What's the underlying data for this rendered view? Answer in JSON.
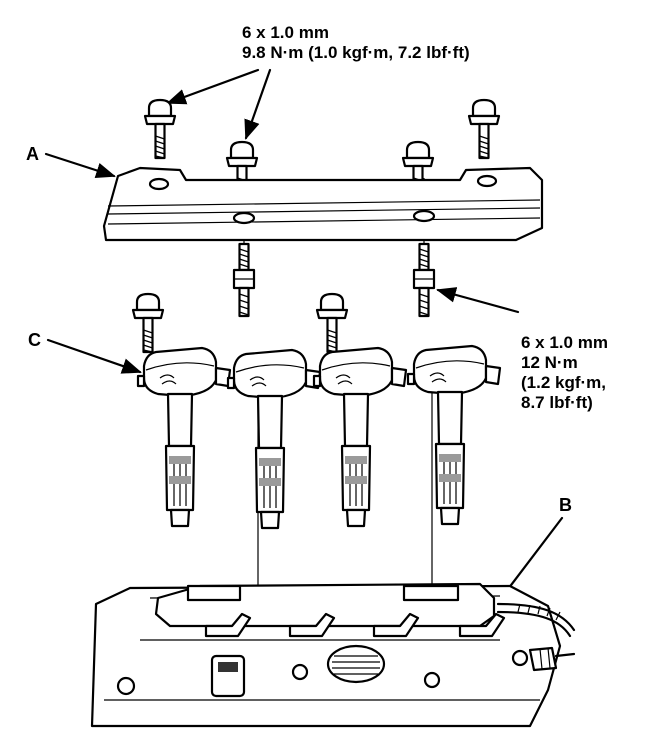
{
  "labels": {
    "part_a": "A",
    "part_b": "B",
    "part_c": "C"
  },
  "callouts": {
    "top_size": "6 x 1.0 mm",
    "top_torque": "9.8 N·m (1.0 kgf·m, 7.2 lbf·ft)",
    "right_size": "6 x 1.0 mm",
    "right_torque_1": "12 N·m",
    "right_torque_2": "(1.2 kgf·m,",
    "right_torque_3": "8.7 lbf·ft)"
  }
}
